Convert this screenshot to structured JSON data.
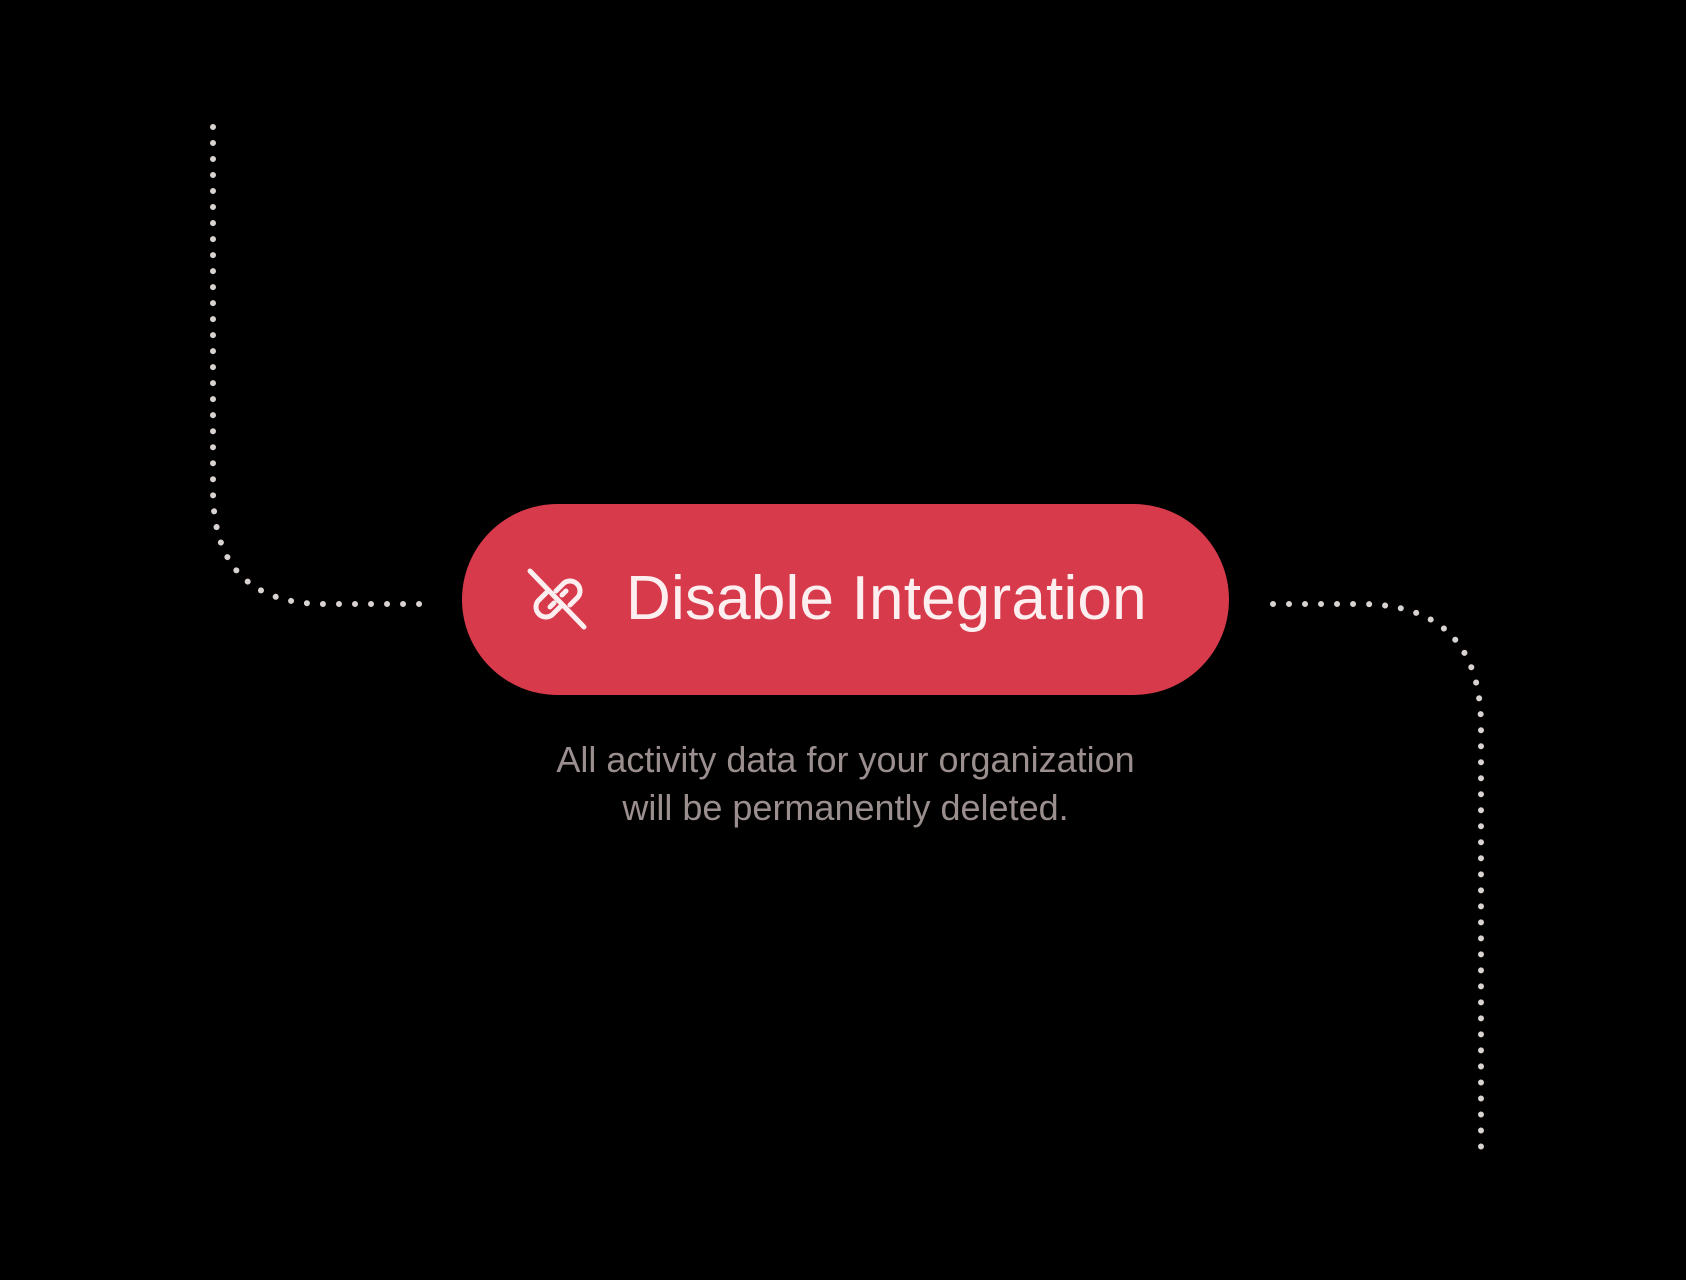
{
  "colors": {
    "background": "#000000",
    "button_fill": "#d63a4b",
    "button_text": "#fdeef0",
    "caption_text": "#9a8f8e",
    "connector_dots": "#d8d2d0"
  },
  "button": {
    "label": "Disable Integration",
    "icon": "link-off-icon"
  },
  "caption": {
    "line1": "All activity data for your organization",
    "line2": "will be permanently deleted."
  },
  "connectors": {
    "left": {
      "description": "dotted line from top-left descending then curving right into button"
    },
    "right": {
      "description": "dotted line from button right edge curving down to bottom-right"
    }
  }
}
